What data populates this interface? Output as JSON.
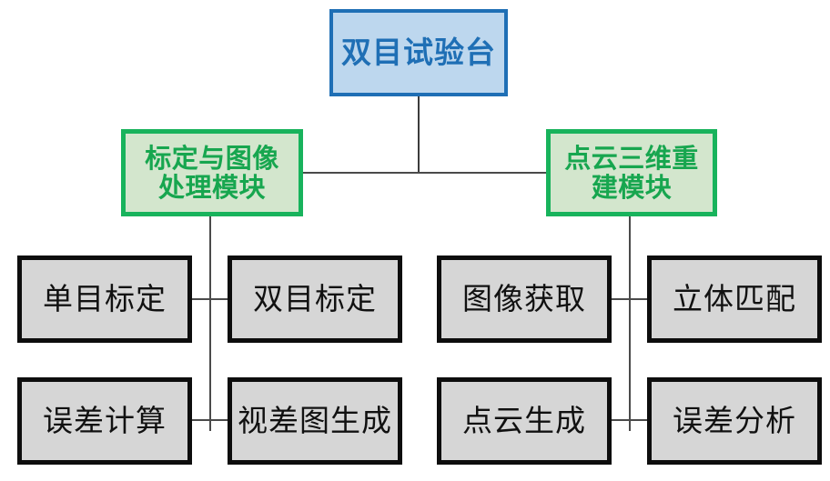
{
  "diagram": {
    "title": "双目试验台系统结构图",
    "type": "hierarchy-tree",
    "colors": {
      "root_fill": "#bdd7ee",
      "root_border": "#1f6fb5",
      "root_text": "#1f6fb5",
      "module_fill": "#d3e6cd",
      "module_border": "#18b35c",
      "module_text": "#17a64f",
      "leaf_fill": "#d6d6d6",
      "leaf_border": "#0d0d0d",
      "leaf_text": "#111111",
      "connector": "#4a4a4a",
      "background": "#ffffff"
    },
    "root": {
      "label": "双目试验台"
    },
    "modules": [
      {
        "id": "calibration-image-processing",
        "label": "标定与图像\n处理模块",
        "children": [
          {
            "id": "mono-calibration",
            "label": "单目标定"
          },
          {
            "id": "stereo-calibration",
            "label": "双目标定"
          },
          {
            "id": "error-calculation",
            "label": "误差计算"
          },
          {
            "id": "disparity-map-generation",
            "label": "视差图生成"
          }
        ]
      },
      {
        "id": "pointcloud-3d-reconstruction",
        "label": "点云三维重\n建模块",
        "children": [
          {
            "id": "image-acquisition",
            "label": "图像获取"
          },
          {
            "id": "stereo-matching",
            "label": "立体匹配"
          },
          {
            "id": "pointcloud-generation",
            "label": "点云生成"
          },
          {
            "id": "error-analysis",
            "label": "误差分析"
          }
        ]
      }
    ]
  }
}
